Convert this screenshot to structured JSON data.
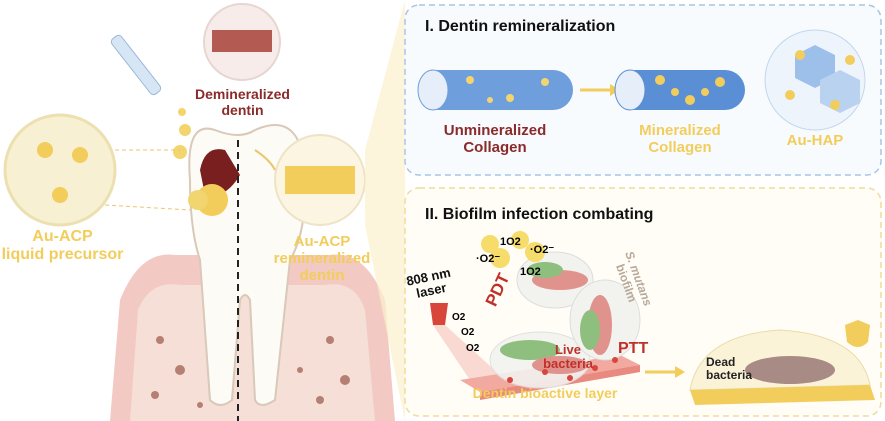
{
  "colors": {
    "gold": "#f2cd5c",
    "maroon": "#8b2a2a",
    "blue": "#5a8fd6",
    "red": "#d8453a",
    "panel_border_blue": "#a9c4e6",
    "panel_border_gold": "#f0dc9c"
  },
  "left": {
    "demineralized": [
      "Demineralized",
      "dentin"
    ],
    "precursor": [
      "Au-ACP",
      "liquid precursor"
    ],
    "remineralized": [
      "Au-ACP",
      "remineralized",
      "dentin"
    ]
  },
  "panel1": {
    "title": "I. Dentin remineralization",
    "unmineralized": [
      "Unmineralized",
      "Collagen"
    ],
    "mineralized": [
      "Mineralized",
      "Collagen"
    ],
    "au_hap": "Au-HAP"
  },
  "panel2": {
    "title": "II. Biofilm infection combating",
    "laser": [
      "808 nm",
      "laser"
    ],
    "pdt": "PDT",
    "ptt": "PTT",
    "o2": "O2",
    "singlet_o2": "1O2",
    "superoxide": "·O2⁻",
    "biofilm": [
      "S. mutans",
      "biofilm"
    ],
    "live": [
      "Live",
      "bacteria"
    ],
    "layer": "Dentin bioactive layer",
    "dead": [
      "Dead",
      "bacteria"
    ]
  }
}
